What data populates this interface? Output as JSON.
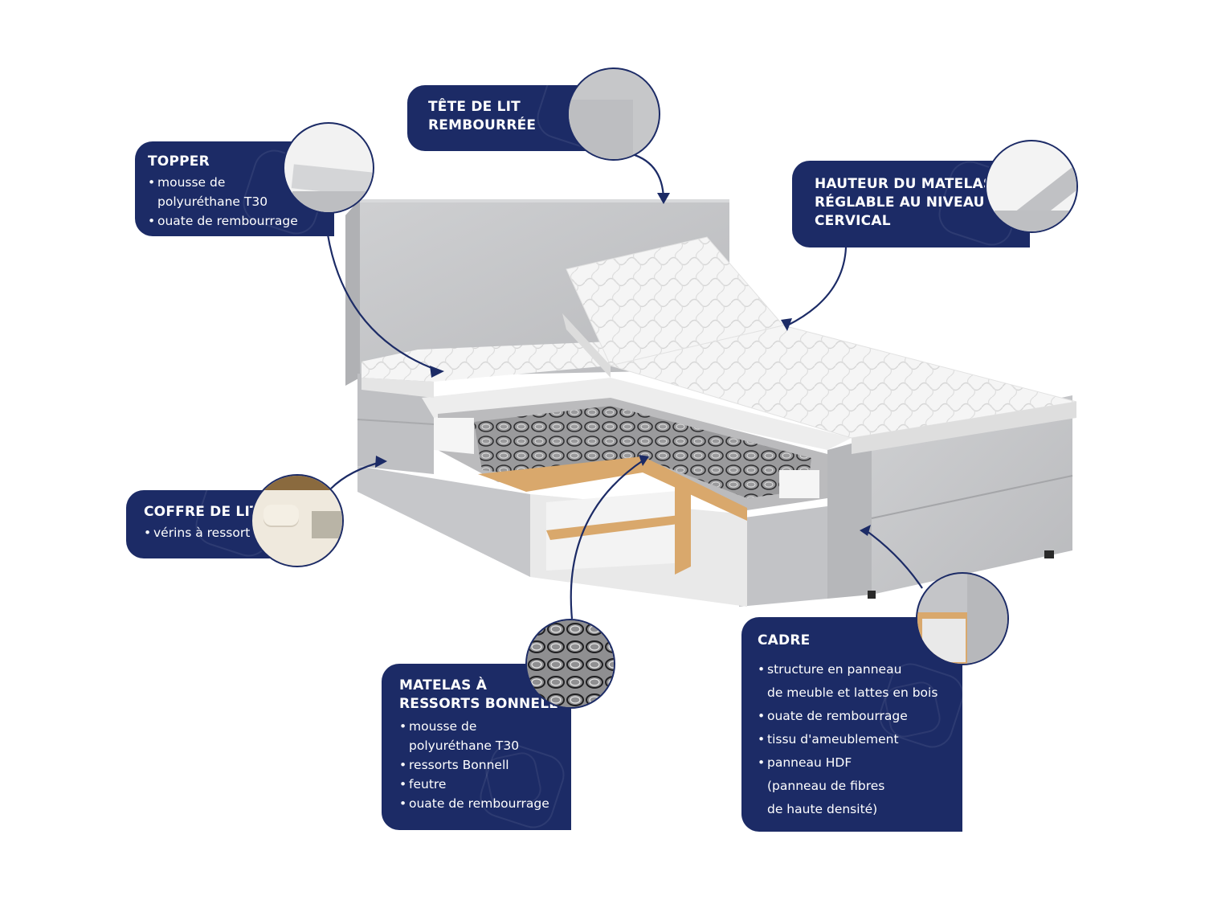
{
  "callouts": {
    "tete": {
      "title": [
        "TÊTE DE LIT",
        "REMBOURRÉE"
      ]
    },
    "topper": {
      "title": [
        "TOPPER"
      ],
      "items": [
        {
          "text": "mousse de",
          "cont": false
        },
        {
          "text": "polyuréthane T30",
          "cont": true
        },
        {
          "text": "ouate de rembourrage",
          "cont": false
        }
      ]
    },
    "hauteur": {
      "title": [
        "HAUTEUR DU MATELAS",
        "RÉGLABLE AU NIVEAU",
        "CERVICAL"
      ]
    },
    "coffre": {
      "title": [
        "COFFRE DE LIT"
      ],
      "items": [
        {
          "text": "vérins à ressort",
          "cont": false
        }
      ]
    },
    "matelas": {
      "title": [
        "MATELAS À",
        "RESSORTS BONNELL"
      ],
      "items": [
        {
          "text": "mousse de",
          "cont": false
        },
        {
          "text": "polyuréthane T30",
          "cont": true
        },
        {
          "text": "ressorts Bonnell",
          "cont": false
        },
        {
          "text": "feutre",
          "cont": false
        },
        {
          "text": "ouate de rembourrage",
          "cont": false
        }
      ]
    },
    "cadre": {
      "title": [
        "CADRE"
      ],
      "items": [
        {
          "text": "structure en panneau",
          "cont": false
        },
        {
          "text": "de meuble et lattes en bois",
          "cont": true
        },
        {
          "text": "ouate de rembourrage",
          "cont": false
        },
        {
          "text": "tissu d'ameublement",
          "cont": false
        },
        {
          "text": "panneau HDF",
          "cont": false
        },
        {
          "text": "(panneau de fibres",
          "cont": true
        },
        {
          "text": "de haute densité)",
          "cont": true
        }
      ]
    }
  },
  "colors": {
    "navy": "#1c2b66",
    "fabric": "#c7c8ca",
    "fabric_dark": "#b3b4b7",
    "mattress": "#f4f4f4",
    "wood": "#d9a86c"
  }
}
